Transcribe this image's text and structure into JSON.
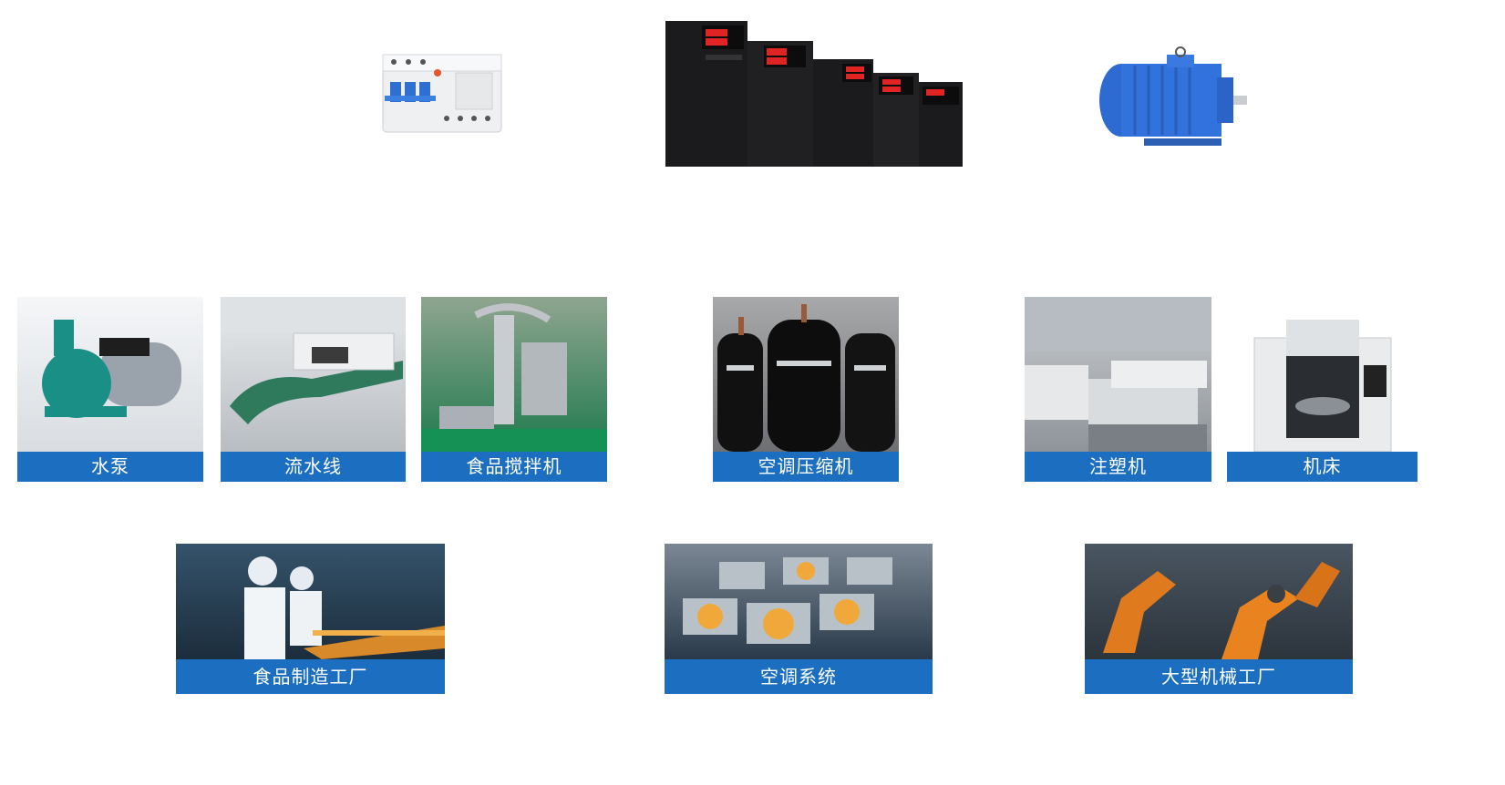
{
  "products": [
    {
      "name": "breaker-icon"
    },
    {
      "name": "inverter-icon"
    },
    {
      "name": "motor-icon"
    }
  ],
  "equipment": [
    {
      "label": "水泵"
    },
    {
      "label": "流水线"
    },
    {
      "label": "食品搅拌机"
    },
    {
      "label": "空调压缩机"
    },
    {
      "label": "注塑机"
    },
    {
      "label": "机床"
    }
  ],
  "scenes": [
    {
      "label": "食品制造工厂"
    },
    {
      "label": "空调系统"
    },
    {
      "label": "大型机械工厂"
    }
  ],
  "colors": {
    "label_bg": "#1c6fc0",
    "label_text": "#ffffff"
  }
}
